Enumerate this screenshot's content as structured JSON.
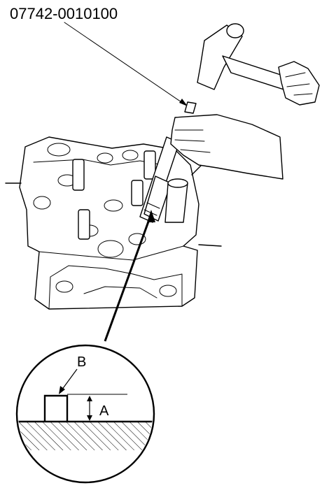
{
  "diagram": {
    "tool_part_number": "07742-0010100",
    "detail_labels": {
      "guide_label": "B",
      "height_label": "A"
    },
    "colors": {
      "ink": "#000000",
      "paper": "#ffffff"
    }
  }
}
